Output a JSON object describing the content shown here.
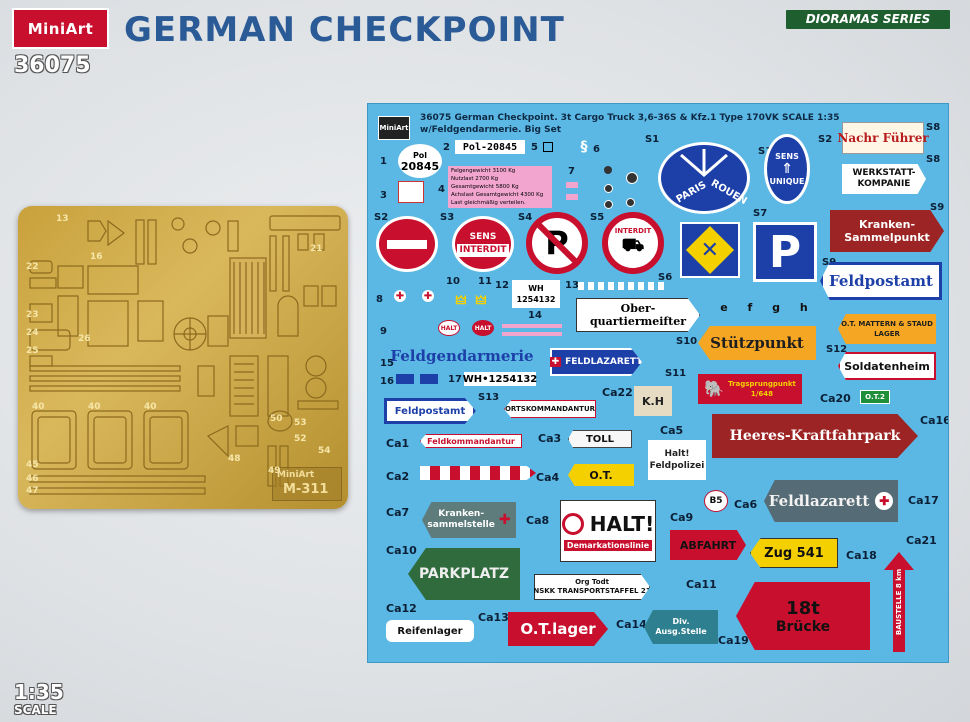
{
  "header": {
    "brand": "MiniArt",
    "kit_number": "36075",
    "title": "GERMAN CHECKPOINT",
    "series": "DIORAMAS SERIES",
    "scale": "1:35",
    "scale_label": "SCALE"
  },
  "fret": {
    "brand": "MiniArt",
    "code": "M-311",
    "part_numbers": [
      "13",
      "16",
      "21",
      "22",
      "23",
      "24",
      "25",
      "26",
      "40",
      "40",
      "40",
      "45",
      "46",
      "47",
      "48",
      "49",
      "50",
      "52",
      "53",
      "54"
    ]
  },
  "sheet": {
    "brand": "MiniArt",
    "header_line1": "36075 German Checkpoint. 3t Cargo Truck 3,6-36S & Kfz.1 Type 170VK  SCALE 1:35",
    "header_line2": "w/Feldgendarmerie. Big Set",
    "labels": {
      "n1": "1",
      "n2": "2",
      "n3": "3",
      "n4": "4",
      "n5": "5",
      "n6": "6",
      "n7": "7",
      "n8": "8",
      "n9": "9",
      "n10": "10",
      "n11": "11",
      "n12": "12",
      "n13": "13",
      "n14": "14",
      "n15": "15",
      "n16": "16",
      "n17": "17",
      "s1a": "S1",
      "s1b": "S1",
      "s2a": "S2",
      "s2b": "S2",
      "s3": "S3",
      "s4": "S4",
      "s5": "S5",
      "s6": "S6",
      "s7": "S7",
      "s8a": "S8",
      "s8b": "S8",
      "s9a": "S9",
      "s9b": "S9",
      "s10": "S10",
      "s11": "S11",
      "s12": "S12",
      "s13": "S13",
      "ca1": "Ca1",
      "ca2": "Ca2",
      "ca3": "Ca3",
      "ca4": "Ca4",
      "ca5": "Ca5",
      "ca6": "Ca6",
      "ca7": "Ca7",
      "ca8": "Ca8",
      "ca9": "Ca9",
      "ca10": "Ca10",
      "ca11": "Ca11",
      "ca12": "Ca12",
      "ca13": "Ca13",
      "ca14": "Ca14",
      "ca16": "Ca16",
      "ca17": "Ca17",
      "ca18": "Ca18",
      "ca19": "Ca19",
      "ca20": "Ca20",
      "ca21": "Ca21",
      "ca22": "Ca22"
    },
    "texts": {
      "pol_small": "Pol",
      "pol_number": "20845",
      "pol_plate": "Pol-20845",
      "weights": [
        "Felgengewicht  3100 Kg",
        "Nutzlast  2700 Kg",
        "Gesamtgewicht  5800 Kg",
        "Achslast Gesamtgewicht  4300 Kg",
        "Last gleichmäßig verteilen."
      ],
      "wh_small": "WH",
      "wh_number": "1254132",
      "wh_long": "WH•1254132",
      "halt_small": "HALT",
      "paris": "PARIS",
      "rouen": "ROUEN",
      "sens_top": "SENS",
      "sens_bottom": "UNIQUE",
      "sens_interdit_1": "SENS",
      "sens_interdit_2": "INTERDIT",
      "interdit": "INTERDIT",
      "parking": "P",
      "nachr": "Nachr Führer",
      "werkstatt": "WERKSTATT-\nKOMPANIE",
      "kranken_sammelpunkt": "Kranken-\nSammelpunkt",
      "feldpostamt_big": "Feldpostamt",
      "ober": "Ober-\nquartiermeifter",
      "stuetzpunkt": "Stützpunkt",
      "ot_mattern": "O.T. MATTERN & STAUD\nLAGER",
      "soldatenheim": "Soldatenheim",
      "feldgendarmerie": "Feldgendarmerie",
      "feldlazarett_small": "FELDLAZARETT",
      "trag": "Tragsprungpunkt\n1/648",
      "kh": "K.H",
      "ot2": "O.T.2",
      "feldpostamt_small": "Feldpostamt",
      "ortskommandantur": "ORTSKOMMANDANTUR",
      "feldkommandantur": "Feldkommandantur",
      "toll": "TOLL",
      "halt_feld": "Halt!\nFeldpolizei",
      "heeres": "Heeres-Kraftfahrpark",
      "ot": "O.T.",
      "b5": "B5",
      "feldlazarett_big": "Feldlazarett",
      "kranken_sammelstelle": "Kranken-\nsammelstelle",
      "halt_big": "HALT!",
      "demark": "Demarkationslinie",
      "abfahrt": "ABFAHRT",
      "zug": "Zug 541",
      "parkplatz": "PARKPLATZ",
      "org_todt": "Org Todt\nNSKK TRANSPORTSTAFFEL 21",
      "baustelle": "BAUSTELLE 8 km",
      "reifenlager": "Reifenlager",
      "ot_lager": "O.T.lager",
      "div_ausg": "Div.\nAusg.Stelle",
      "bruecke_num": "18t",
      "bruecke": "Brücke",
      "round_letters": "e f g h"
    }
  },
  "colors": {
    "brand_red": "#c8102e",
    "title_blue": "#2a5b96",
    "series_green": "#1f5e2f",
    "sheet_blue": "#5bb7e3",
    "brass": "#c9a13c"
  }
}
